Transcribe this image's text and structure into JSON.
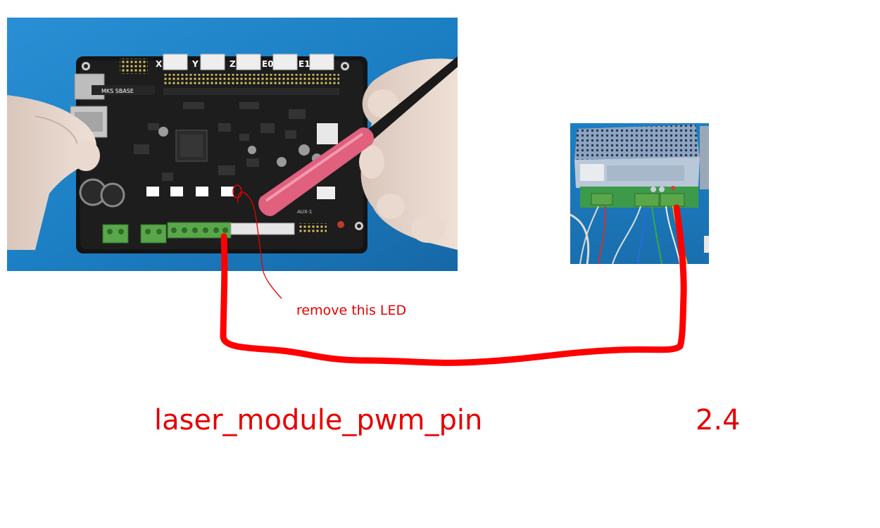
{
  "board": {
    "connector_labels": [
      "X",
      "Y",
      "Z",
      "E0",
      "E1"
    ],
    "board_name": "MKS SBASE",
    "aux_label": "AUX-1"
  },
  "annotations": {
    "led_note": "remove this LED",
    "pin_label": "laser_module_pwm_pin",
    "pin_value": "2.4"
  },
  "colors": {
    "annotation_red": "#e60000",
    "wire_red": "#ff0000",
    "board_black": "#141414",
    "cloth_blue": "#1c7fc4",
    "terminal_green": "#5aa64a",
    "connector_white": "#eeeeee",
    "marker_pink": "#e0607e"
  }
}
